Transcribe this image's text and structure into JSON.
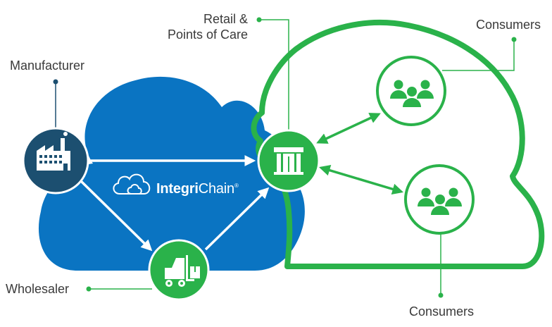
{
  "colors": {
    "blue_cloud": "#0A74C2",
    "green": "#2AB24A",
    "navy": "#1C4F70",
    "label_text": "#3A3A3A",
    "white": "#FFFFFF"
  },
  "labels": {
    "retail_line1": "Retail &",
    "retail_line2": "Points of Care",
    "manufacturer": "Manufacturer",
    "consumers_top": "Consumers",
    "wholesaler": "Wholesaler",
    "consumers_bottom": "Consumers"
  },
  "brand": {
    "part1": "Integri",
    "part2": "Chain",
    "mark": "®"
  },
  "icons": {
    "manufacturer": "factory-icon",
    "retail": "storefront-icon",
    "wholesaler": "forklift-icon",
    "consumers": "people-group-icon",
    "brand_logo": "cloud-logo-icon"
  }
}
